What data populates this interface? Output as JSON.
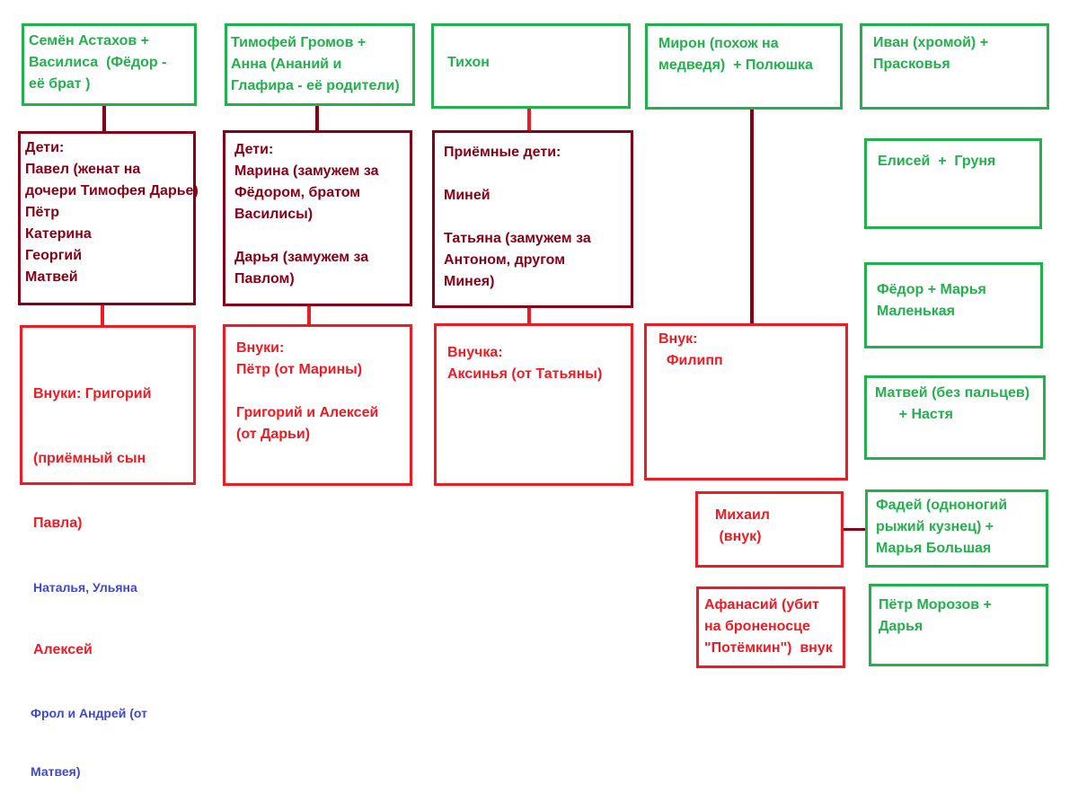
{
  "colors": {
    "green": "#22b14c",
    "dark_red": "#880015",
    "red": "#ed1c24",
    "blue": "#3f48cc"
  },
  "col1": {
    "parents": [
      "Семён Астахов +",
      "Василиса  (Фёдор -",
      "её брат )"
    ],
    "children": [
      "Дети:",
      "Павел (женат на",
      "дочери Тимофея Дарье)",
      "Пётр",
      "Катерина",
      "Георгий",
      "Матвей"
    ],
    "grandchildren": {
      "line1": "Внуки: Григорий",
      "line2": "(приёмный сын",
      "line3": "Павла)",
      "line4": "Наталья, Ульяна",
      "line5": "Алексей",
      "line6": "Фрол и Андрей (от",
      "line7": "Матвея)"
    }
  },
  "col2": {
    "parents": [
      "Тимофей Громов +",
      "Анна (Ананий и",
      "Глафира - её родители)"
    ],
    "children": [
      "Дети:",
      "Марина (замужем за",
      "Фёдором, братом",
      "Василисы)",
      "",
      "Дарья (замужем за",
      "Павлом)"
    ],
    "grandchildren": [
      "Внуки:",
      "Пётр (от Марины)",
      "",
      "Григорий и Алексей",
      "(от Дарьи)"
    ]
  },
  "col3": {
    "parents": [
      "Тихон"
    ],
    "children": [
      "Приёмные дети:",
      "",
      "Миней",
      "",
      "Татьяна (замужем за",
      "Антоном, другом",
      "Минея)"
    ],
    "grandchildren": [
      "Внучка:",
      "Аксинья (от Татьяны)"
    ]
  },
  "col4": {
    "parents": [
      "Мирон (похож на",
      "медведя)  + Полюшка"
    ],
    "grandchildren": [
      "Внук:",
      "  Филипп"
    ],
    "mikhail": [
      "Михаил",
      " (внук)"
    ],
    "afanasy": [
      "Афанасий (убит",
      "на броненосце",
      "\"Потёмкин\")  внук"
    ]
  },
  "col5": {
    "ivan": [
      "Иван (хромой) +",
      "Прасковья"
    ],
    "elisey": [
      "Елисей  +  Груня"
    ],
    "fedor": [
      "Фёдор + Марья",
      "Маленькая"
    ],
    "matvey": [
      "Матвей (без пальцев)",
      "      + Настя"
    ],
    "fadey": [
      "Фадей (одноногий",
      "рыжий кузнец) +",
      "Марья Большая"
    ],
    "petr": [
      "Пётр Морозов +",
      "Дарья"
    ]
  }
}
